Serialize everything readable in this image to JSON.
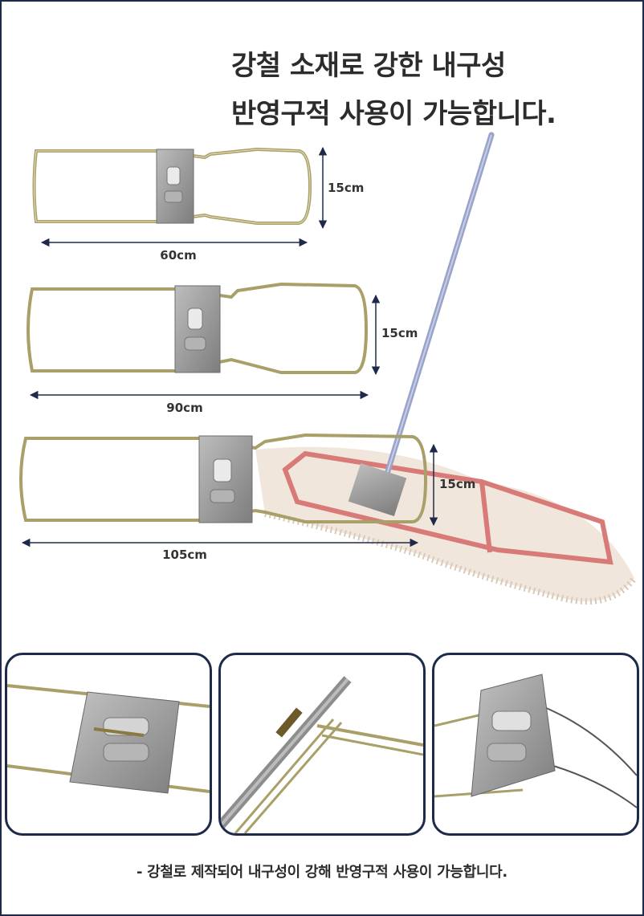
{
  "headline": {
    "line1": "강철 소재로 강한 내구성",
    "line2": "반영구적 사용이 가능합니다."
  },
  "frames": [
    {
      "width_label": "60cm",
      "height_label": "15cm"
    },
    {
      "width_label": "90cm",
      "height_label": "15cm"
    },
    {
      "width_label": "105cm",
      "height_label": "15cm"
    }
  ],
  "colors": {
    "border": "#1e2a4a",
    "wire": "#a99f68",
    "plate": "#9a9a9a",
    "mop_stripe": "#d77a78",
    "handle": "#9aa3c8"
  },
  "footer": {
    "text": "- 강철로 제작되어 내구성이 강해 반영구적 사용이 가능합니다."
  }
}
